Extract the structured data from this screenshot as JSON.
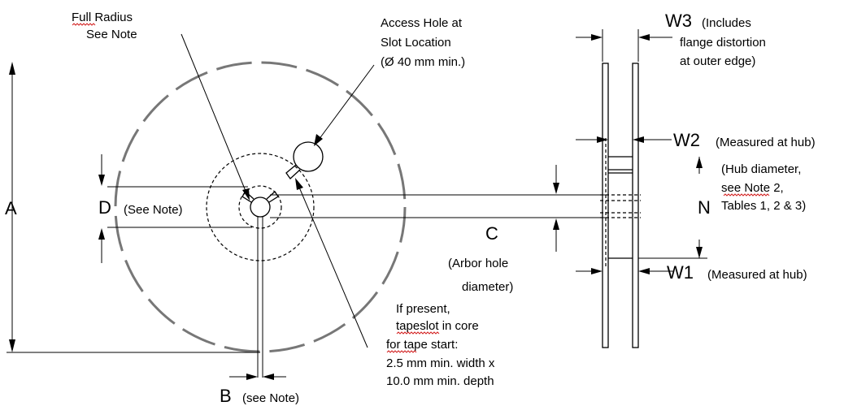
{
  "labels": {
    "full_radius_line1": "Full Radius",
    "full_radius_line2": "See Note",
    "access_line1": "Access Hole at",
    "access_line2": "Slot Location",
    "access_line3": "(Ø 40 mm min.)",
    "w3": "W3",
    "w3_note_line1": "(Includes",
    "w3_note_line2": "flange distortion",
    "w3_note_line3": "at outer edge)",
    "w2": "W2",
    "w2_note": "(Measured at hub)",
    "hub_line1": "(Hub diameter,",
    "hub_line2": "see Note 2,",
    "hub_line3": "Tables 1, 2 & 3)",
    "n": "N",
    "a": "A",
    "d": "D",
    "d_note": "(See Note)",
    "c": "C",
    "arbor_line1": "(Arbor hole",
    "arbor_line2": "diameter)",
    "w1": "W1",
    "w1_note": "(Measured at hub)",
    "slot_line1": "If present,",
    "slot_line2": "tapeslot in core",
    "slot_line3": "for tape start:",
    "slot_line4": "2.5 mm min. width x",
    "slot_line5": "10.0 mm min. depth",
    "b": "B",
    "b_note": "(see Note)"
  }
}
